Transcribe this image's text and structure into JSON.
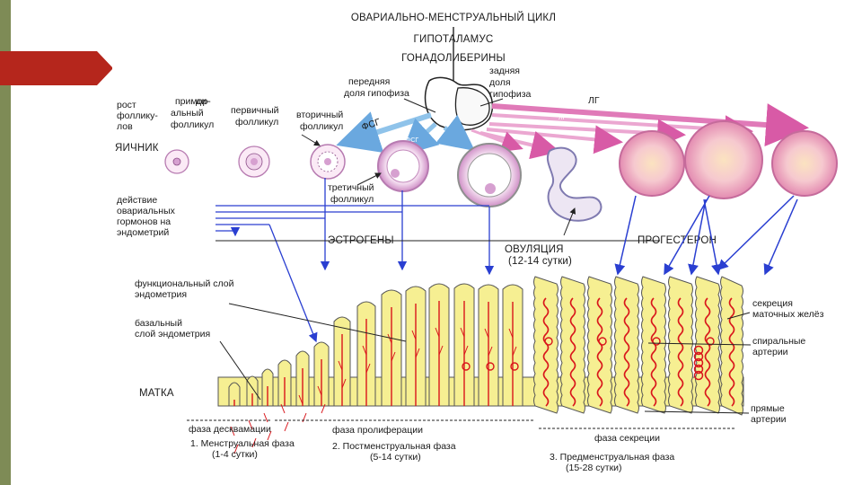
{
  "title": "ОВАРИАЛЬНО-МЕНСТРУАЛЬНЫЙ ЦИКЛ",
  "hypothalamus": "ГИПОТАЛАМУС",
  "gonadoliberins": "ГОНАДОЛИБЕРИНЫ",
  "pituitary": {
    "anterior": [
      "передняя",
      "доля гипофиза"
    ],
    "posterior": [
      "задняя",
      "доля",
      "гипофиза"
    ]
  },
  "hormones": {
    "lh": "ЛГ",
    "fsh": "ФСГ",
    "lh_small": "ЛГ",
    "fsh_small": "ФСГ"
  },
  "ovary": {
    "label": "ЯИЧНИК",
    "growth": [
      "рост",
      "фоллику-",
      "лов"
    ],
    "primordial": [
      "примор-",
      "ди-",
      "альный",
      "фолликул"
    ],
    "primary": [
      "первичный",
      "фолликул"
    ],
    "secondary": [
      "вторичный",
      "фолликул"
    ],
    "tertiary": [
      "третичный",
      "фолликул"
    ]
  },
  "action": [
    "действие",
    "овариальных",
    "гормонов на",
    "эндометрий"
  ],
  "estrogens": "ЭСТРОГЕНЫ",
  "ovulation": [
    "ОВУЛЯЦИЯ",
    "(12-14 сутки)"
  ],
  "progesterone": "ПРОГЕСТЕРОН",
  "endometrium": {
    "functional": [
      "функциональный слой",
      "эндометрия"
    ],
    "basal": [
      "базальный",
      "слой эндометрия"
    ],
    "uterus": "МАТКА",
    "secretion_glands": [
      "секреция",
      "маточных желёз"
    ],
    "spiral_arteries": [
      "спиральные",
      "артерии"
    ],
    "straight_arteries": [
      "прямые",
      "артерии"
    ]
  },
  "phases": {
    "desquamation": "фаза десквамации",
    "proliferation": "фаза пролиферации",
    "secretion": "фаза секреции",
    "p1": [
      "1. Менструальная фаза",
      "(1-4 сутки)"
    ],
    "p2": [
      "2. Постменструальная фаза",
      "(5-14 сутки)"
    ],
    "p3": [
      "3. Предменструальная фаза",
      "(15-28 сутки)"
    ]
  },
  "colors": {
    "arrow_blue": "#2a3fd1",
    "lh_pink": "#e07ab8",
    "fsh_blue": "#8fc3ea",
    "endometrium_yellow": "#f6ef92",
    "artery_red": "#d9151b",
    "accent_red": "#b5261c",
    "side_bar": "#7e8b56"
  }
}
